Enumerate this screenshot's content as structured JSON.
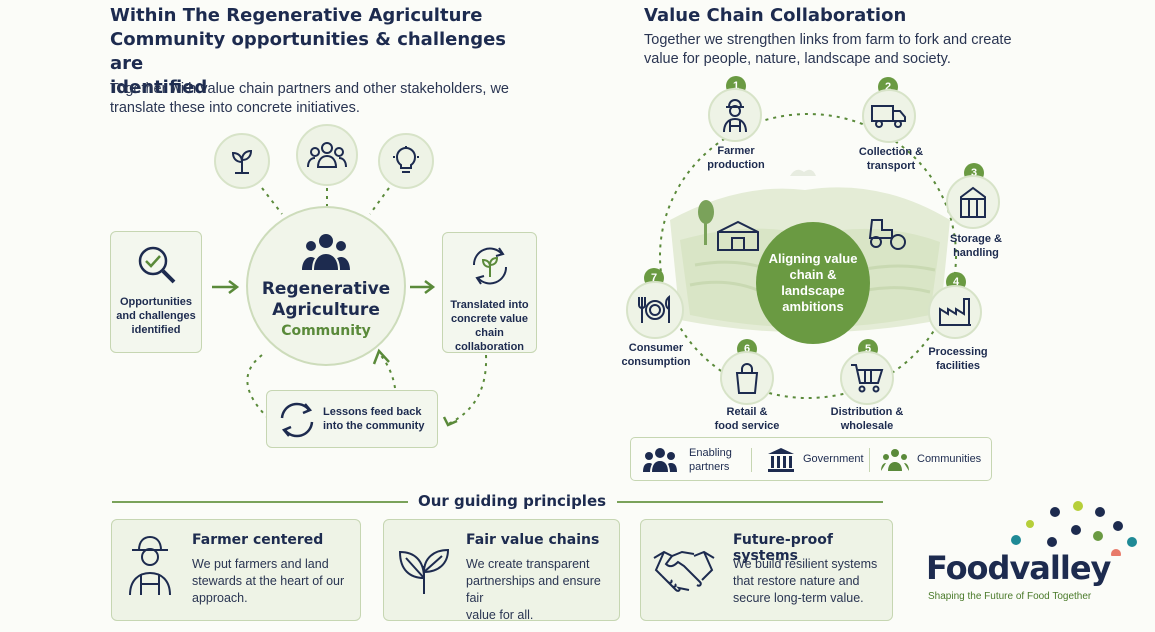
{
  "left": {
    "title_lines": [
      "Within The Regenerative Agriculture",
      "Community opportunities & challenges are",
      "identified"
    ],
    "subtitle_lines": [
      "Together with value chain partners and other stakeholders, we",
      "translate these into concrete initiatives."
    ],
    "icons": [
      "sprout-icon",
      "community-icon",
      "lightbulb-icon"
    ],
    "hub": {
      "line1": "Regenerative",
      "line2": "Agriculture",
      "line3": "Community"
    },
    "box_left": [
      "Opportunities",
      "and challenges",
      "identified"
    ],
    "box_right": [
      "Translated into",
      "concrete value",
      "chain collaboration"
    ],
    "box_bottom": [
      "Lessons feed back",
      "into the community"
    ]
  },
  "right": {
    "title": "Value Chain Collaboration",
    "subtitle_lines": [
      "Together we strengthen links from farm to fork and create",
      "value for people, nature, landscape and society."
    ],
    "center": [
      "Aligning value",
      "chain &",
      "landscape",
      "ambitions"
    ],
    "steps": [
      {
        "num": "1",
        "lines": [
          "Farmer",
          "production"
        ],
        "icon": "farmer-icon"
      },
      {
        "num": "2",
        "lines": [
          "Collection &",
          "transport"
        ],
        "icon": "truck-icon"
      },
      {
        "num": "3",
        "lines": [
          "Storage &",
          "handling"
        ],
        "icon": "warehouse-icon"
      },
      {
        "num": "4",
        "lines": [
          "Processing",
          "facilities"
        ],
        "icon": "factory-icon"
      },
      {
        "num": "5",
        "lines": [
          "Distribution &",
          "wholesale"
        ],
        "icon": "cart-icon"
      },
      {
        "num": "6",
        "lines": [
          "Retail &",
          "food service"
        ],
        "icon": "shopping-bag-icon"
      },
      {
        "num": "7",
        "lines": [
          "Consumer",
          "consumption"
        ],
        "icon": "plate-cutlery-icon"
      }
    ],
    "legend": [
      {
        "lines": [
          "Enabling",
          "partners"
        ],
        "icon": "partners-icon"
      },
      {
        "lines": [
          "Government"
        ],
        "icon": "government-icon"
      },
      {
        "lines": [
          "Communities"
        ],
        "icon": "communities-icon"
      }
    ]
  },
  "principles": {
    "heading": "Our guiding principles",
    "cards": [
      {
        "title": "Farmer centered",
        "lines": [
          "We put farmers and land",
          "stewards at the heart of our",
          "approach."
        ],
        "icon": "farmer-icon"
      },
      {
        "title": "Fair value chains",
        "lines": [
          "We create transparent",
          "partnerships and ensure fair",
          "value for all."
        ],
        "icon": "leaf-icon"
      },
      {
        "title": "Future-proof systems",
        "lines": [
          "We build resilient systems",
          "that restore nature and",
          "secure long-term value."
        ],
        "icon": "handshake-icon"
      }
    ]
  },
  "logo": {
    "name": "Foodvalley",
    "tagline": "Shaping the Future of Food Together"
  },
  "colors": {
    "navy": "#1d2b4f",
    "green": "#5a8a3a",
    "lightgreen": "#eef3e6"
  }
}
